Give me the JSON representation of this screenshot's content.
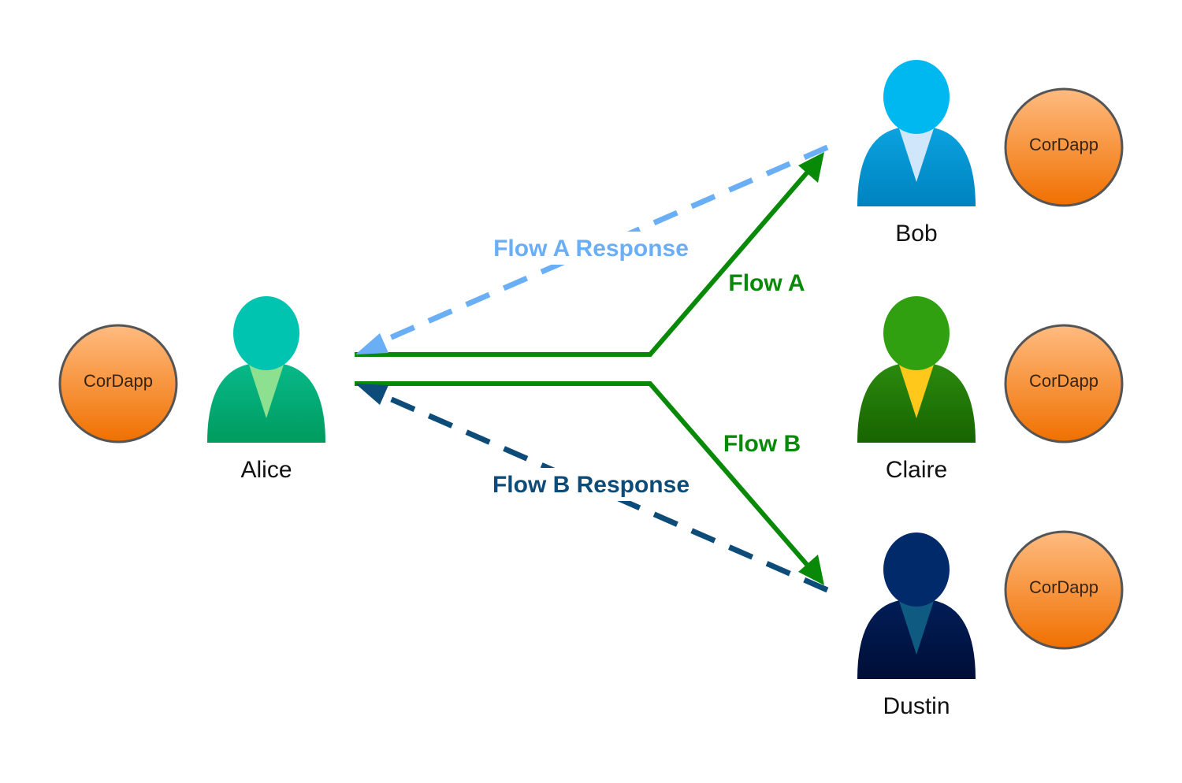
{
  "diagram": {
    "nodes": {
      "alice": {
        "name": "Alice",
        "head_color": "#00c4b0",
        "body_top": "#07b98a",
        "body_bottom": "#009b5e",
        "tie_color": "#8de090"
      },
      "bob": {
        "name": "Bob",
        "head_color": "#00b8f0",
        "body_top": "#0aa3df",
        "body_bottom": "#0082c0",
        "tie_color": "#cfe6fb"
      },
      "claire": {
        "name": "Claire",
        "head_color": "#30a010",
        "body_top": "#2b8a0e",
        "body_bottom": "#176400",
        "tie_color": "#ffc81a"
      },
      "dustin": {
        "name": "Dustin",
        "head_color": "#012a6a",
        "body_top": "#011e58",
        "body_bottom": "#000e36",
        "tie_color": "#0e5a80"
      }
    },
    "cordapp_label": "CorDapp",
    "cordapp_colors": {
      "top": "#ffbb80",
      "bottom": "#f07000",
      "border": "#555555"
    },
    "flows": {
      "flow_a": {
        "label": "Flow A",
        "color": "#088a08"
      },
      "flow_b": {
        "label": "Flow B",
        "color": "#088a08"
      },
      "flow_a_response": {
        "label": "Flow A Response",
        "color": "#6aaff5"
      },
      "flow_b_response": {
        "label": "Flow B Response",
        "color": "#0d4c78"
      }
    }
  }
}
